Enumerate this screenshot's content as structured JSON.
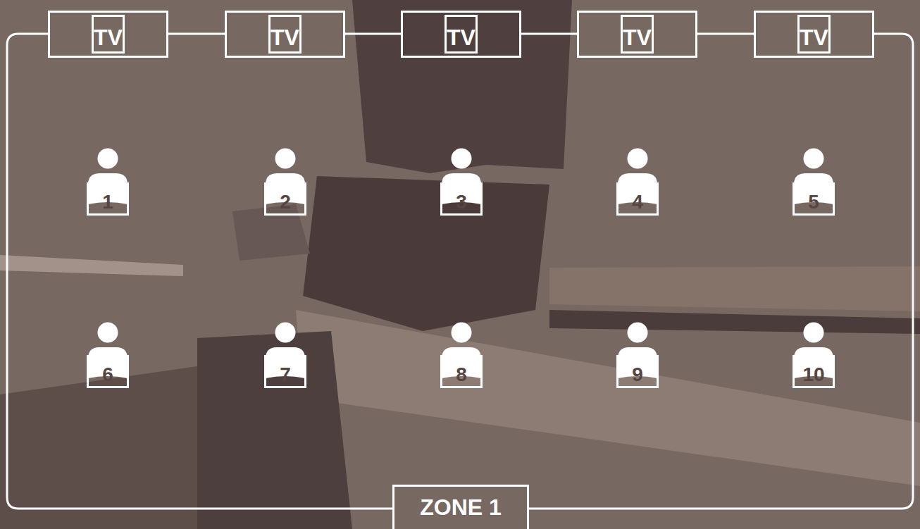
{
  "diagram": {
    "nodes": [
      {
        "text": [
          "ZONE 1"
        ]
      },
      {
        "text": [
          "TV"
        ],
        "in": 0
      },
      {
        "text": [
          "TV"
        ],
        "in": 0
      },
      {
        "text": [
          "TV"
        ],
        "in": 0
      },
      {
        "text": [
          "TV"
        ],
        "in": 0
      },
      {
        "text": [
          "TV"
        ],
        "in": 0
      },
      {
        "text": [
          "1"
        ],
        "in": 0
      },
      {
        "text": [
          "2"
        ],
        "in": 0
      },
      {
        "text": [
          "3"
        ],
        "in": 0
      },
      {
        "text": [
          "4"
        ],
        "in": 0
      },
      {
        "text": [
          "5"
        ],
        "in": 0
      },
      {
        "text": [
          "6"
        ],
        "in": 0
      },
      {
        "text": [
          "7"
        ],
        "in": 0
      },
      {
        "text": [
          "8"
        ],
        "in": 0
      },
      {
        "text": [
          "9"
        ],
        "in": 0
      },
      {
        "text": [
          "10"
        ],
        "in": 0
      }
    ]
  }
}
